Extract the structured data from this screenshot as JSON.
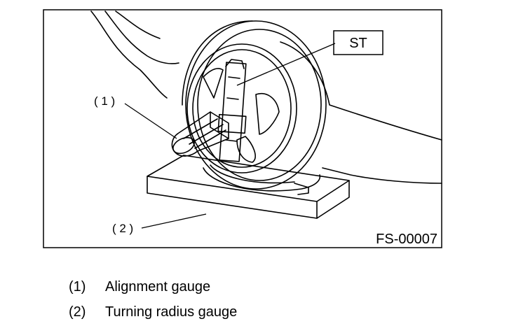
{
  "figure": {
    "tool_label": "ST",
    "callout_1": "( 1 )",
    "callout_2": "( 2 )",
    "figure_code": "FS-00007"
  },
  "legend": [
    {
      "num": "(1)",
      "text": "Alignment gauge"
    },
    {
      "num": "(2)",
      "text": "Turning radius gauge"
    }
  ]
}
